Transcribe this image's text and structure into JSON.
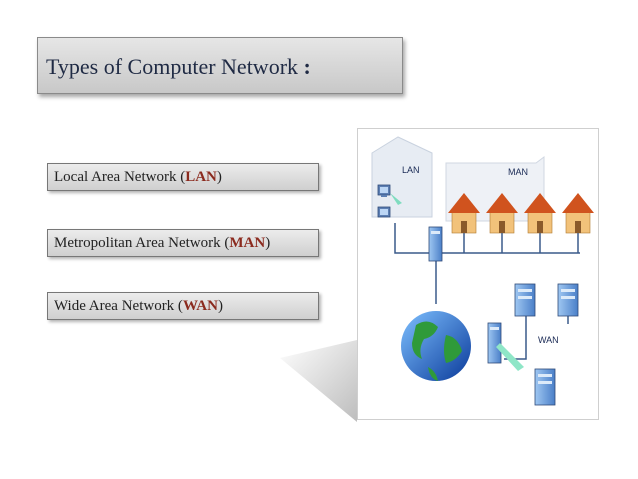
{
  "title": {
    "text": "Types of  Computer Network",
    "colon": ":"
  },
  "network_types": [
    {
      "prefix": "Local Area Network (",
      "abbr": "LAN",
      "suffix": ")"
    },
    {
      "prefix": "Metropolitan Area Network (",
      "abbr": "MAN",
      "suffix": ")"
    },
    {
      "prefix": "Wide Area Network (",
      "abbr": "WAN",
      "suffix": ")"
    }
  ],
  "diagram": {
    "lan_label": "LAN",
    "man_label": "MAN",
    "wan_label": "WAN"
  },
  "colors": {
    "abbr": "#8b2a1e",
    "title_text": "#1f2a44",
    "cable": "#3a5a8a",
    "server": "#6aa0e0",
    "roof": "#d0531e",
    "house_wall": "#f2c27a"
  },
  "icons": [
    "computer-icon",
    "house-icon",
    "hub-icon",
    "server-icon",
    "globe-icon",
    "arrow-icon"
  ]
}
